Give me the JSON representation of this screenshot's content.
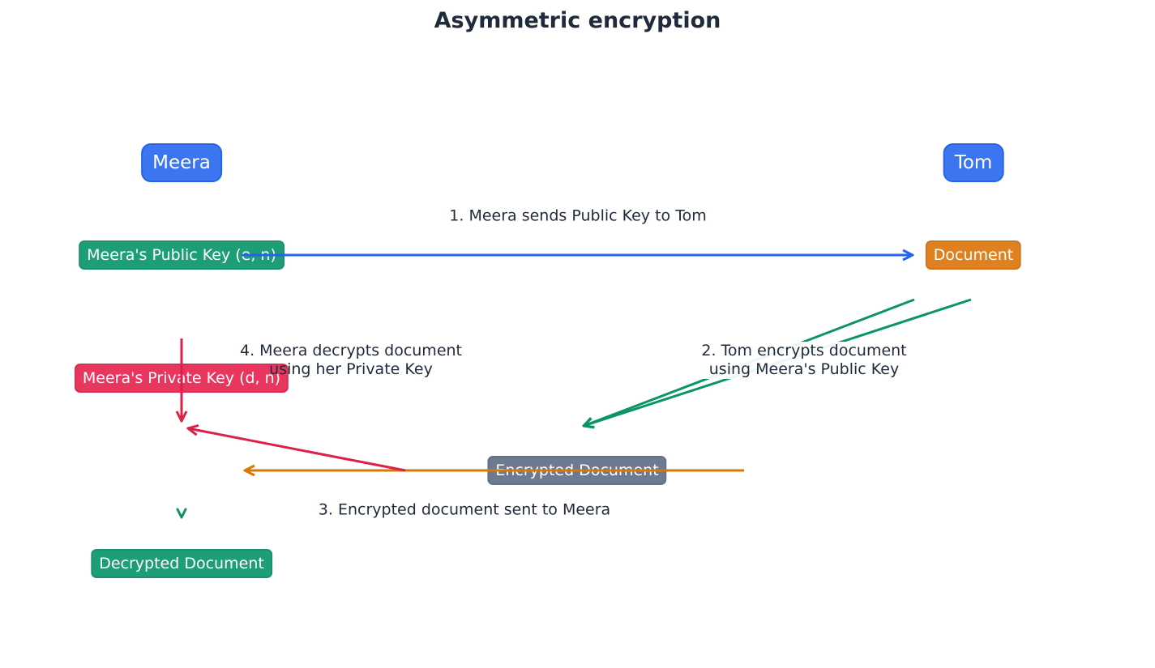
{
  "title": "Asymmetric encryption",
  "actors": {
    "meera": "Meera",
    "tom": "Tom"
  },
  "boxes": {
    "public_key": "Meera's Public Key (e, n)",
    "document": "Document",
    "private_key": "Meera's Private Key (d, n)",
    "encrypted": "Encrypted Document",
    "decrypted": "Decrypted Document"
  },
  "steps": {
    "step1": "1. Meera sends Public Key to Tom",
    "step2_line1": "2. Tom encrypts document",
    "step2_line2": "using Meera's Public Key",
    "step3": "3. Encrypted document sent to Meera",
    "step4_line1": "4. Meera decrypts document",
    "step4_line2": "using her Private Key"
  },
  "colors": {
    "actor": "#3b76f0",
    "public_key": "#1d9e76",
    "document": "#df8120",
    "private_key": "#e8365e",
    "encrypted": "#6c7a92",
    "decrypted": "#1d9e76",
    "arrow_blue": "#2563eb",
    "arrow_green": "#0a9566",
    "arrow_orange": "#d97706",
    "arrow_red": "#dc2048"
  }
}
